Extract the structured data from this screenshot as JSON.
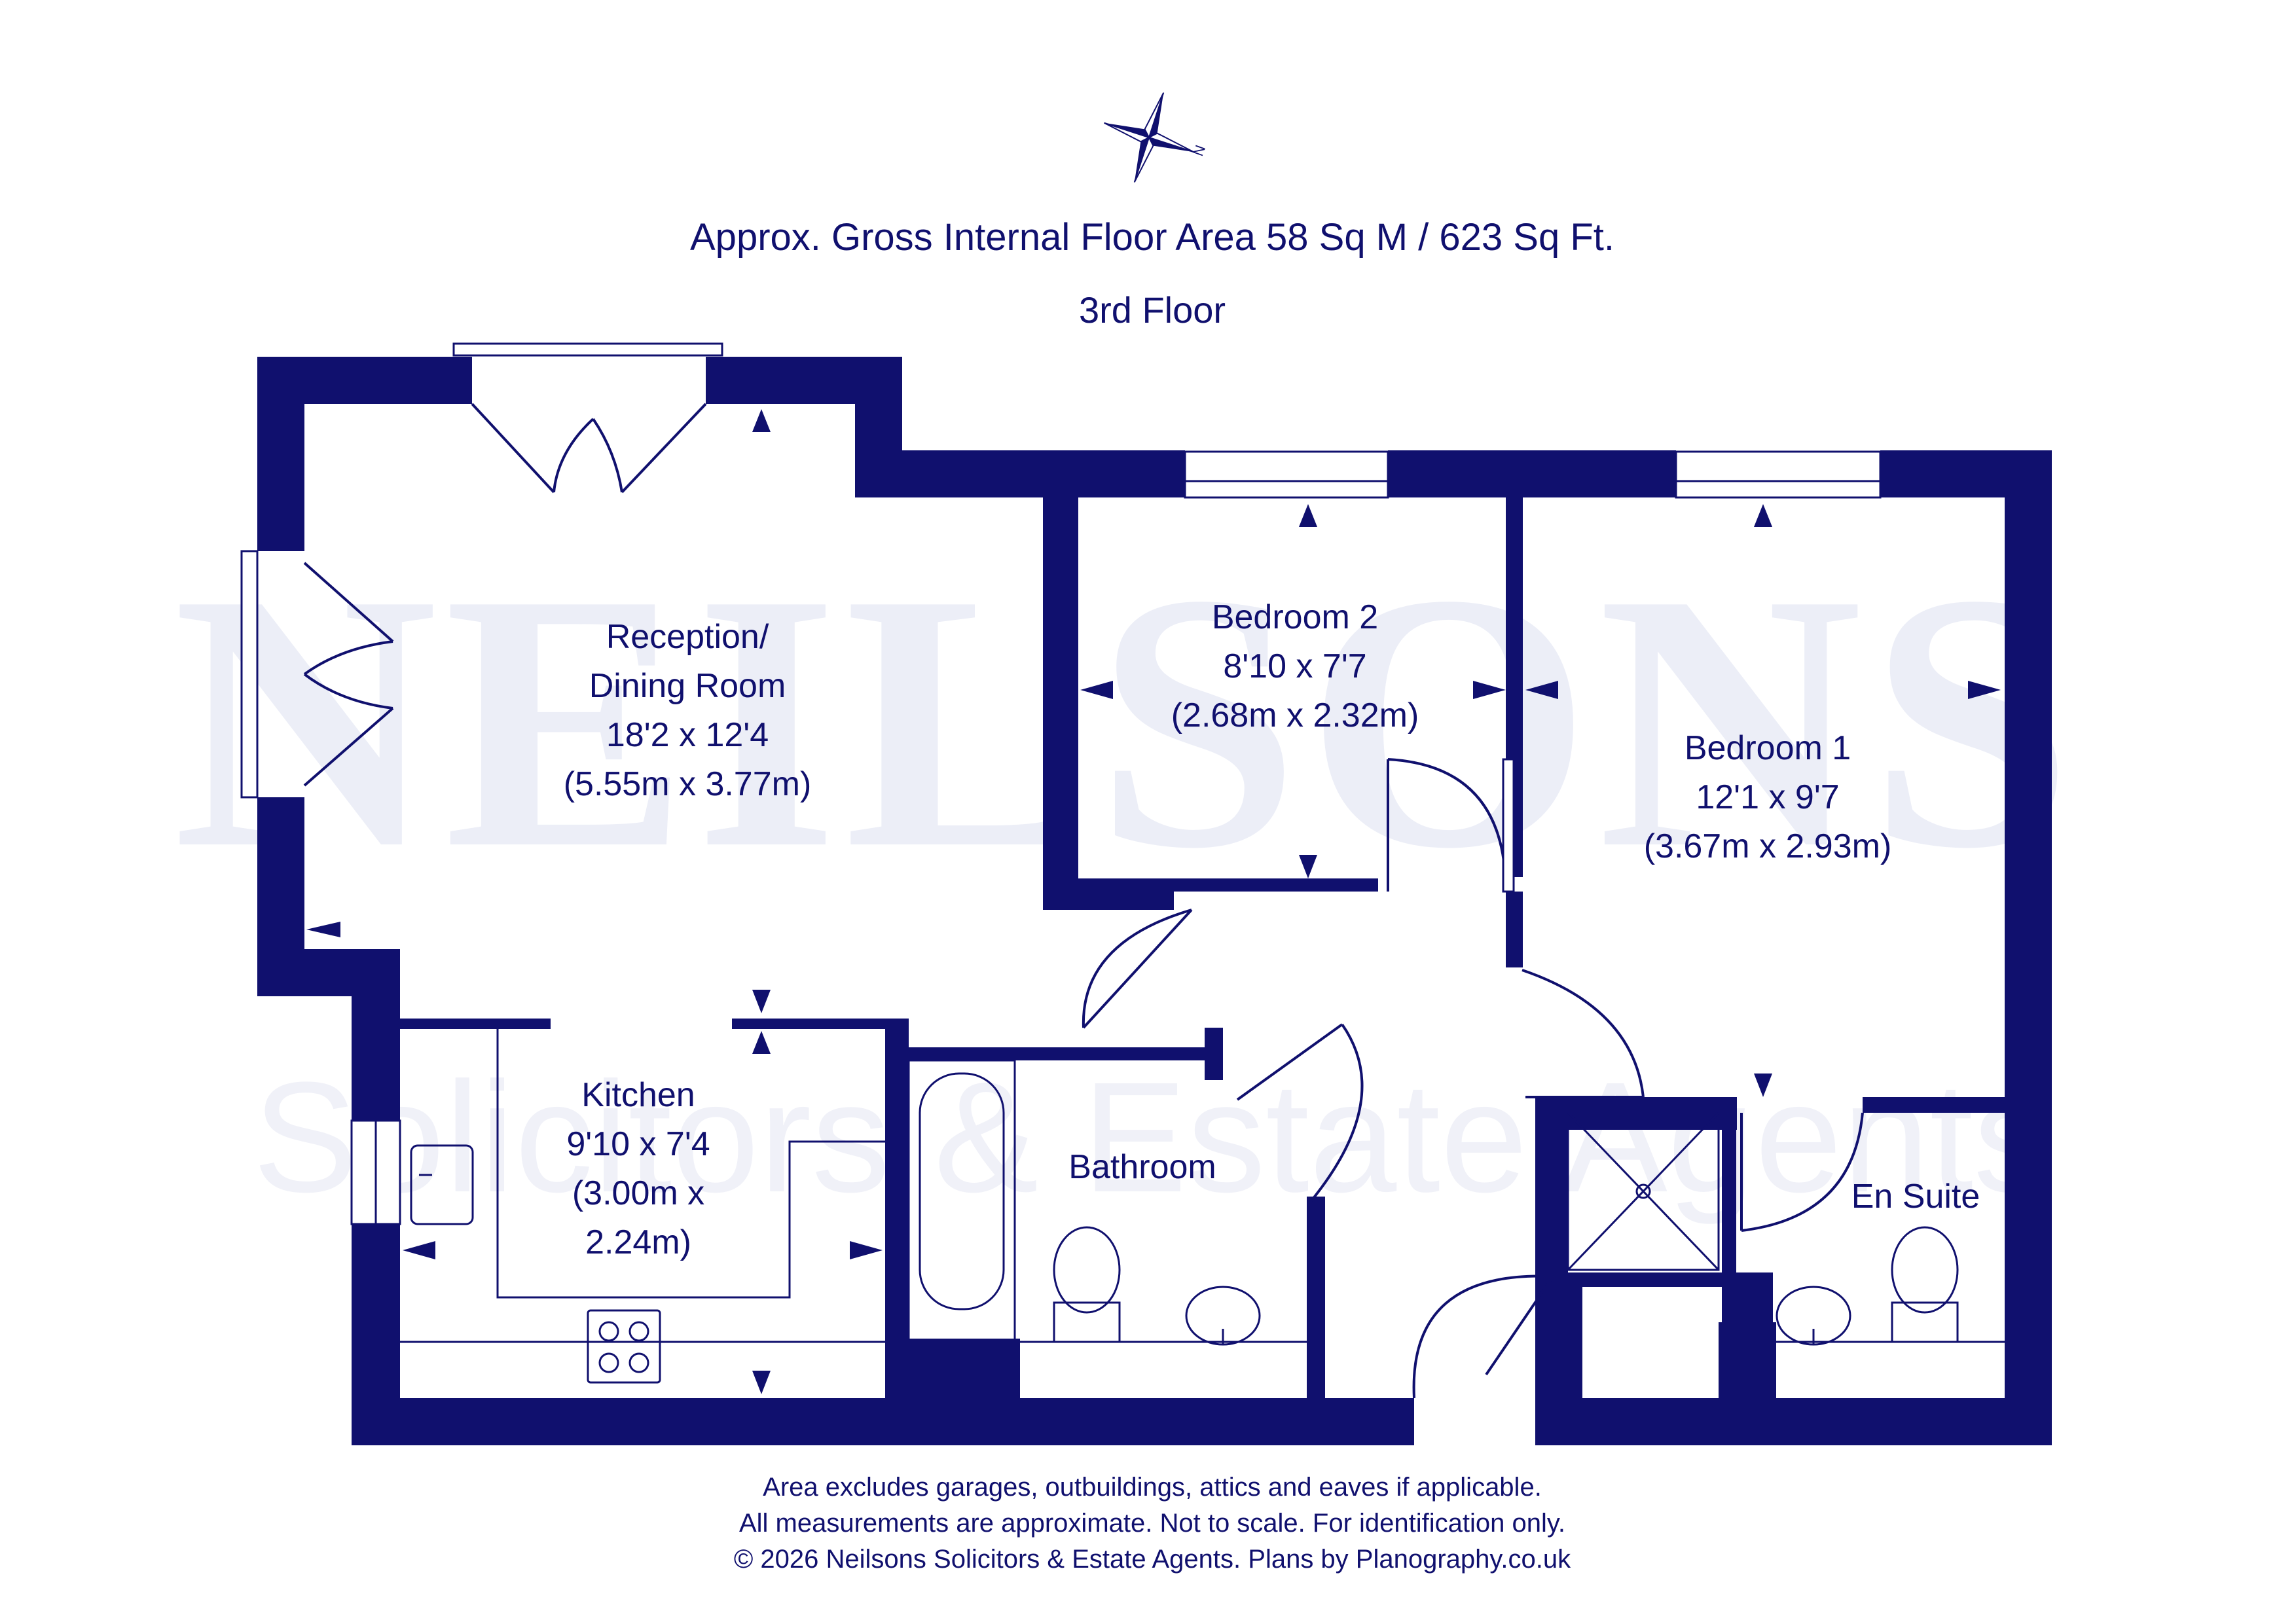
{
  "header": {
    "area": "Approx. Gross Internal Floor Area 58 Sq M / 623 Sq Ft.",
    "floor": "3rd Floor"
  },
  "compass": {
    "label": "N"
  },
  "watermark": {
    "brand": "NEILSONS",
    "tagline": "Solicitors & Estate Agents"
  },
  "rooms": {
    "reception": {
      "name_line1": "Reception/",
      "name_line2": "Dining Room",
      "imperial": "18'2 x 12'4",
      "metric": "(5.55m x 3.77m)"
    },
    "bedroom2": {
      "name": "Bedroom 2",
      "imperial": "8'10 x 7'7",
      "metric": "(2.68m x 2.32m)"
    },
    "bedroom1": {
      "name": "Bedroom 1",
      "imperial": "12'1 x 9'7",
      "metric": "(3.67m x 2.93m)"
    },
    "kitchen": {
      "name": "Kitchen",
      "imperial": "9'10 x 7'4",
      "metric_line1": "(3.00m x",
      "metric_line2": "2.24m)"
    },
    "bathroom": {
      "name": "Bathroom"
    },
    "ensuite": {
      "name": "En Suite"
    }
  },
  "footer": {
    "line1": "Area excludes garages, outbuildings, attics and eaves if applicable.",
    "line2": "All measurements are approximate. Not to scale. For identification only.",
    "line3": "© 2026 Neilsons Solicitors & Estate Agents. Plans by Planography.co.uk"
  },
  "colors": {
    "ink": "#10106e",
    "background": "#ffffff",
    "watermark": "#eceef7"
  }
}
